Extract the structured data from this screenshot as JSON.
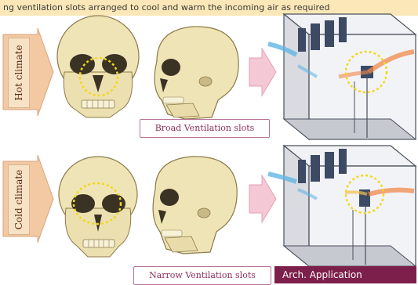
{
  "header_text": "ng ventilation slots arranged to cool and warm the incoming air as required",
  "panels": [
    {
      "climate_label": "Hot climate",
      "slots_label": "Broad Ventilation slots"
    },
    {
      "climate_label": "Cold climate",
      "slots_label": "Narrow Ventilation slots"
    }
  ],
  "arch_label": "Arch. Application",
  "colors": {
    "header_bg": "#fbe7b7",
    "label_border": "#b6739a",
    "label_text": "#8c2f5a",
    "arch_bg": "#7d1f4b",
    "highlight_circle": "#f2d81a",
    "hot_air": "#f08a4b",
    "cool_air": "#62b5e5"
  }
}
